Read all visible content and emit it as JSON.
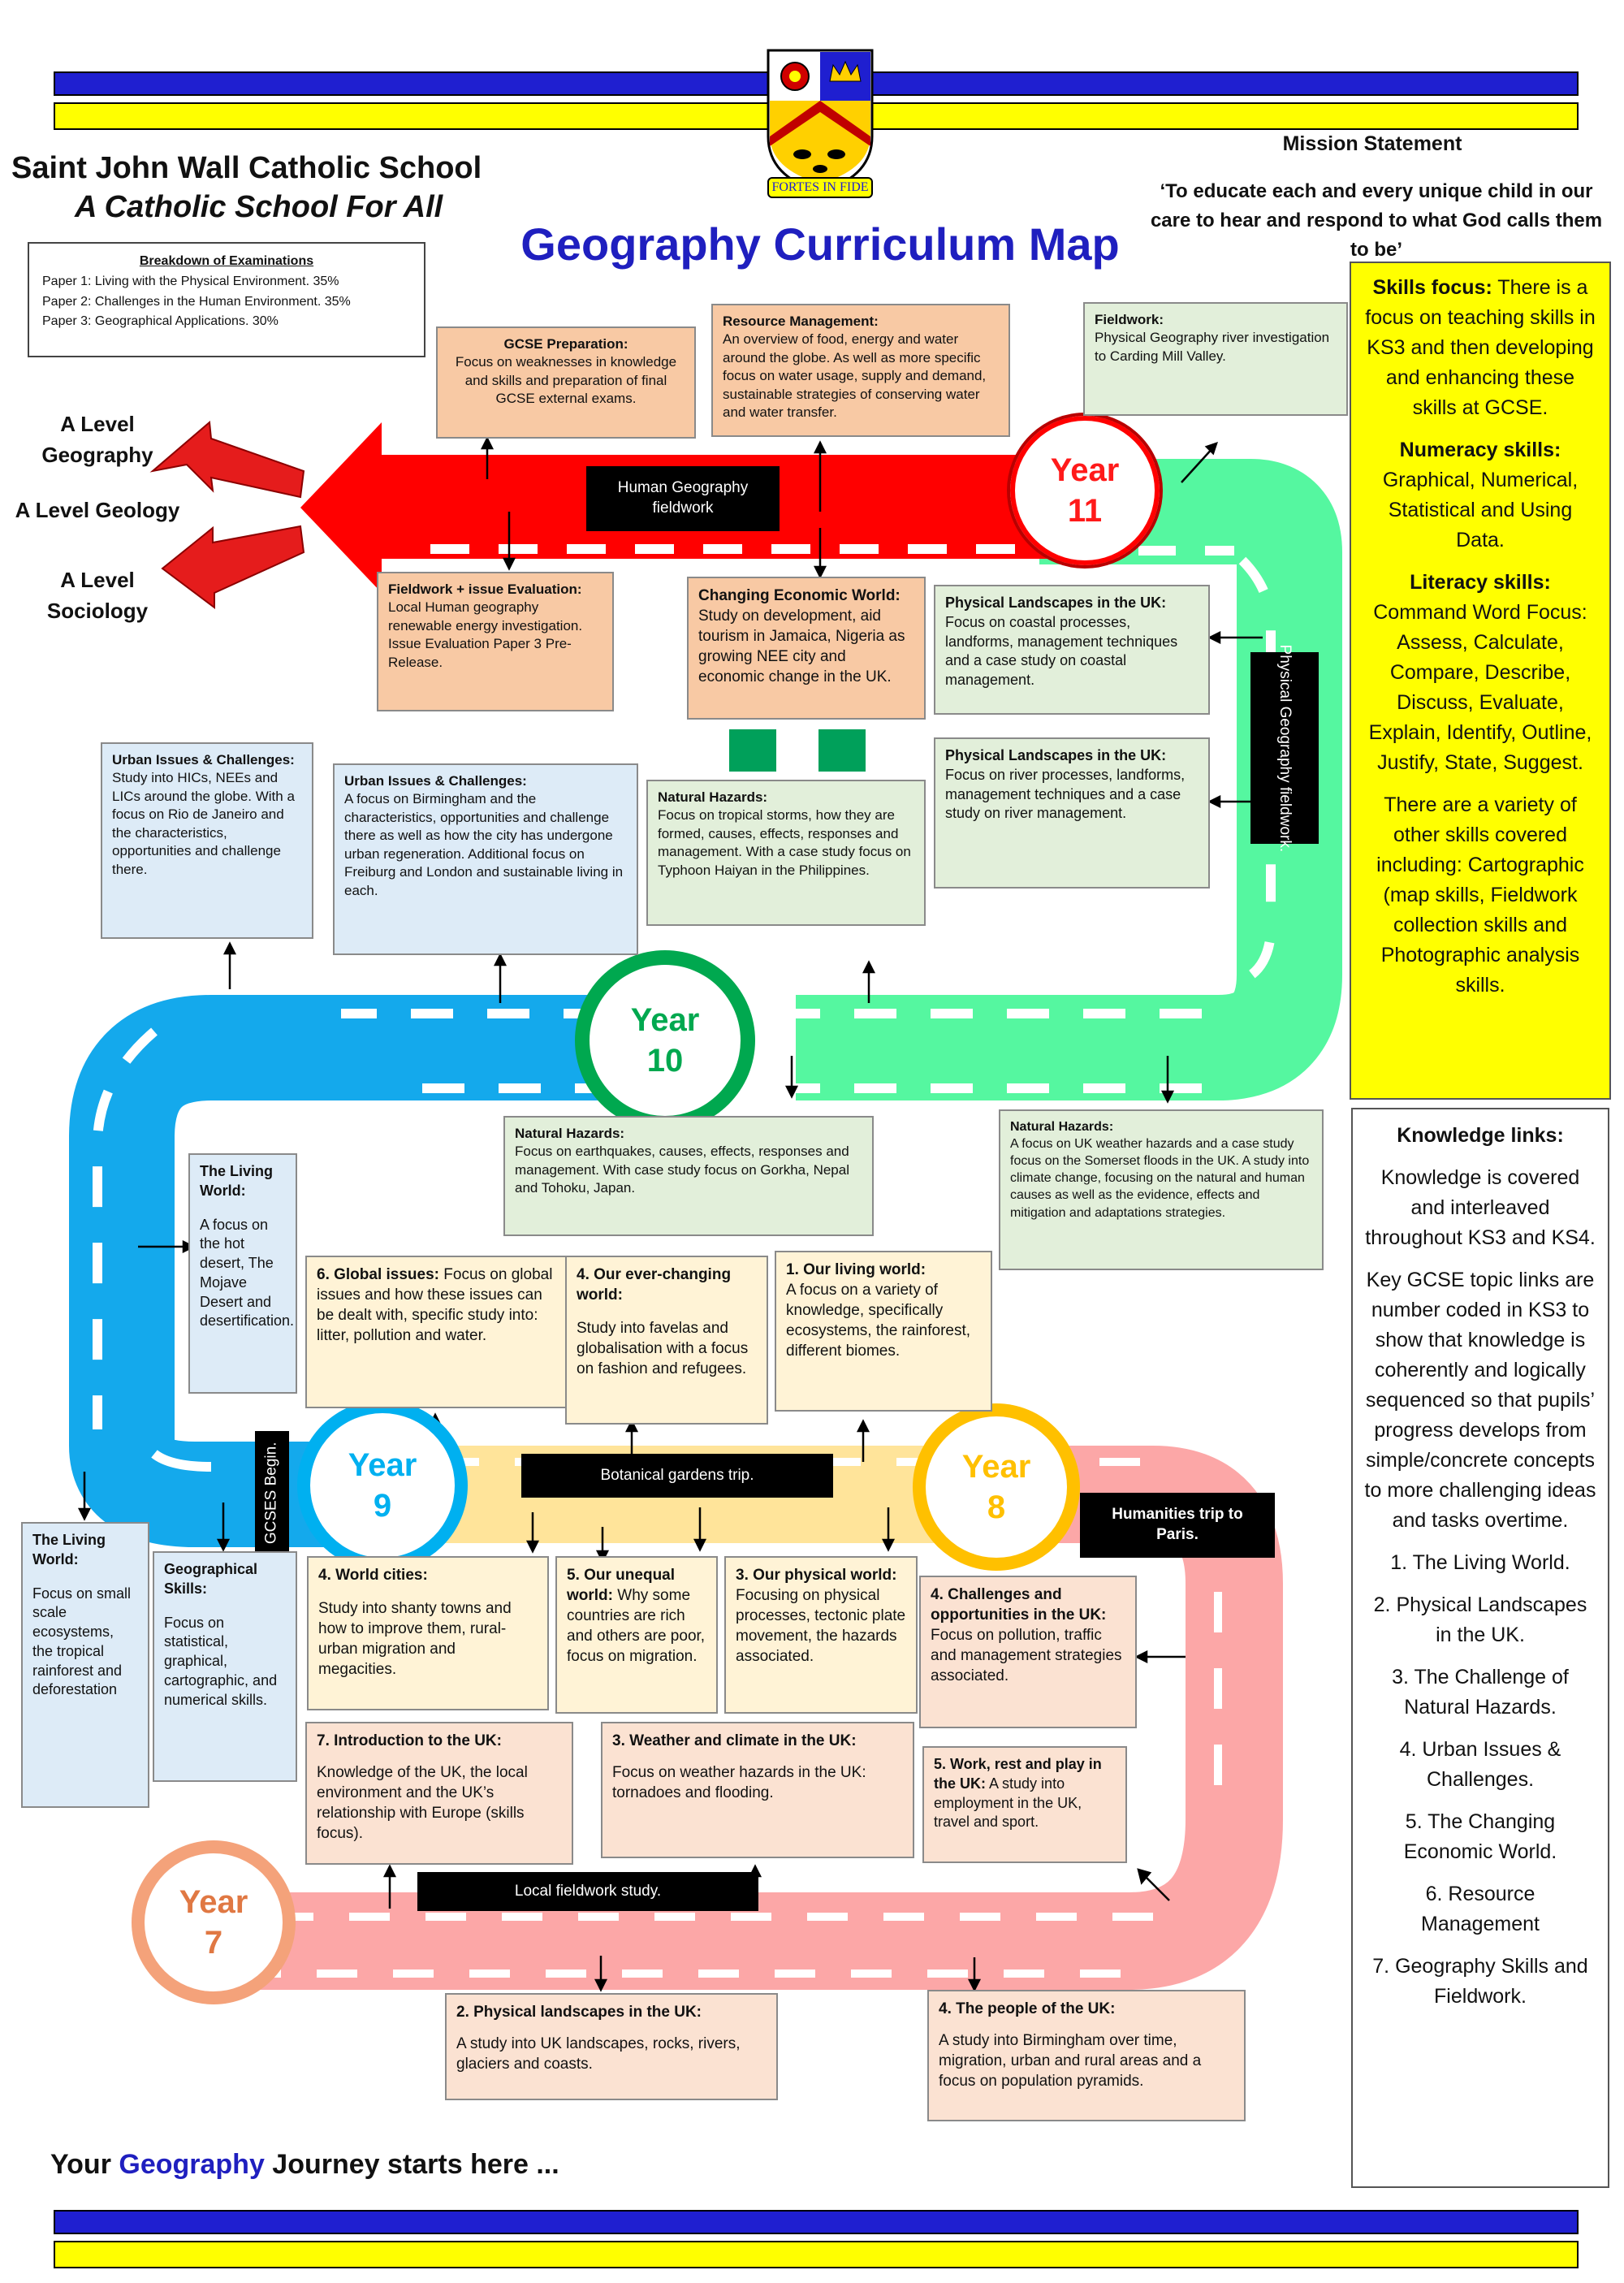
{
  "school": {
    "name": "Saint John Wall Catholic School",
    "tagline": "A Catholic School For All",
    "crest_motto": "FORTES IN FIDE"
  },
  "title": "Geography Curriculum Map",
  "mission": {
    "heading": "Mission Statement",
    "text": "‘To educate each and every unique child in our care to hear and respond to what God calls them to be’"
  },
  "exams": {
    "heading": "Breakdown of Examinations",
    "lines": [
      "Paper 1: Living with the Physical Environment. 35%",
      "Paper 2: Challenges in the Human Environment. 35%",
      "Paper 3: Geographical Applications. 30%"
    ]
  },
  "a_levels": [
    "A Level Geography",
    "A Level Geology",
    "A Level Sociology"
  ],
  "years": [
    "Year 7",
    "Year 8",
    "Year 9",
    "Year 10",
    "Year 11"
  ],
  "road_labels": {
    "human_fieldwork": "Human Geography fieldwork",
    "physical_fieldwork": "Physical Geography fieldwork.",
    "botanical": "Botanical gardens trip.",
    "paris": "Humanities trip to Paris.",
    "gcses": "GCSES Begin.",
    "local": "Local fieldwork study."
  },
  "boxes": {
    "gcse_prep": {
      "title": "GCSE Preparation:",
      "body": "Focus on weaknesses in knowledge and skills and preparation of final GCSE external exams."
    },
    "resource": {
      "title": "Resource Management:",
      "body": "An overview of food, energy and water around the globe. As well as more specific focus on water usage, supply and demand, sustainable strategies of conserving water and water transfer."
    },
    "fieldwork_y11": {
      "title": "Fieldwork:",
      "body": "Physical Geography river investigation to Carding Mill Valley."
    },
    "fieldwork_issue": {
      "title": "Fieldwork + issue Evaluation:",
      "body": "Local Human geography renewable energy investigation. Issue Evaluation Paper 3 Pre-Release."
    },
    "econ_world": {
      "title": "Changing Economic World:",
      "body": "Study on development, aid tourism in Jamaica, Nigeria as growing NEE city and economic change in the UK."
    },
    "coastal": {
      "title": "Physical Landscapes in the UK:",
      "body": "Focus on coastal processes, landforms, management techniques and a case study on coastal management."
    },
    "river": {
      "title": "Physical Landscapes in the UK:",
      "body": "Focus on river processes, landforms, management techniques and a case study on river management."
    },
    "urban_y10a": {
      "title": "Urban Issues & Challenges:",
      "body": "Study into HICs, NEEs and LICs around the globe. With a focus on Rio de Janeiro and the characteristics, opportunities and challenge there."
    },
    "urban_y10b": {
      "title": "Urban Issues & Challenges:",
      "body": "A focus on Birmingham and the characteristics, opportunities and challenge there as well as how the city has undergone urban regeneration. Additional focus on Freiburg and London and sustainable living in each."
    },
    "hazards_storms": {
      "title": "Natural Hazards:",
      "body": "Focus on tropical storms, how they are formed, causes, effects, responses and management. With a case study focus on Typhoon Haiyan in the Philippines."
    },
    "hazards_quakes": {
      "title": "Natural Hazards:",
      "body": "Focus on earthquakes, causes, effects, responses and management. With case study focus on Gorkha, Nepal and Tohoku, Japan."
    },
    "hazards_uk": {
      "title": "Natural Hazards:",
      "body": "A focus on UK weather hazards and a case study focus on the Somerset floods in the UK. A study into climate change, focusing on the natural and human causes as well as the evidence, effects and mitigation and adaptations strategies."
    },
    "living_desert": {
      "title": "The Living World:",
      "body": "A focus on the hot desert, The Mojave Desert and desertification."
    },
    "global_issues": {
      "title": "6. Global issues:",
      "body": "Focus on global issues and how these issues can be dealt with, specific study into: litter, pollution and water."
    },
    "ever_changing": {
      "title": "4. Our ever-changing world:",
      "body": "Study into favelas and globalisation with a focus on fashion and refugees."
    },
    "living_world_y8": {
      "title": "1. Our living world:",
      "body": "A focus on a variety of knowledge, specifically ecosystems, the rainforest, different biomes."
    },
    "living_world_y9": {
      "title": "The Living World:",
      "body": "Focus on small scale ecosystems, the tropical rainforest and deforestation"
    },
    "geog_skills": {
      "title": "Geographical Skills:",
      "body": "Focus on statistical, graphical, cartographic, and numerical skills."
    },
    "world_cities": {
      "title": "4. World cities:",
      "body": "Study into shanty towns and how to improve them, rural-urban migration and megacities."
    },
    "unequal": {
      "title": "5. Our unequal world:",
      "body": "Why some countries are rich and others are poor, focus on migration."
    },
    "physical_world": {
      "title": "3. Our physical world:",
      "body": "Focusing on physical processes, tectonic plate movement, the hazards associated."
    },
    "challenges_uk": {
      "title": "4. Challenges and opportunities in the UK:",
      "body": "Focus on pollution, traffic and management strategies associated."
    },
    "intro_uk": {
      "title": "7. Introduction to the UK:",
      "body": "Knowledge of the UK, the local environment and the UK’s relationship with Europe (skills focus)."
    },
    "weather": {
      "title": "3. Weather and climate in the UK:",
      "body": "Focus on weather hazards in the UK: tornadoes and flooding."
    },
    "work_rest": {
      "title": "5. Work, rest and play in the UK:",
      "body": "A study into employment in the UK, travel and sport."
    },
    "phys_landscapes_y7": {
      "title": "2. Physical landscapes in the UK:",
      "body": "A study into UK landscapes, rocks, rivers, glaciers and coasts."
    },
    "people_uk": {
      "title": "4. The people of the UK:",
      "body": "A study into Birmingham over time, migration, urban and rural areas and a focus on population pyramids."
    }
  },
  "skills": {
    "skills_head": "Skills focus:",
    "skills_body": "There is a focus on teaching skills in KS3 and then developing and enhancing these skills at GCSE.",
    "numeracy_head": "Numeracy skills:",
    "numeracy_body": "Graphical, Numerical, Statistical and Using Data.",
    "literacy_head": "Literacy skills:",
    "literacy_body": "Command Word Focus: Assess, Calculate, Compare, Describe, Discuss, Evaluate, Explain, Identify, Outline, Justify, State, Suggest.",
    "other": "There are a variety of other skills covered including: Cartographic (map skills, Fieldwork collection skills and Photographic analysis skills."
  },
  "knowledge": {
    "heading": "Knowledge links:",
    "p1": "Knowledge is covered and interleaved throughout KS3 and KS4.",
    "p2": "Key GCSE topic links are number coded in KS3 to show that knowledge is coherently and logically sequenced so that pupils’ progress develops from simple/concrete concepts to more challenging ideas and tasks overtime.",
    "topics": [
      "1. The Living World.",
      "2. Physical Landscapes in the UK.",
      "3. The Challenge of Natural Hazards.",
      "4. Urban Issues & Challenges.",
      "5. The Changing Economic World.",
      "6. Resource Management",
      "7. Geography Skills and Fieldwork."
    ]
  },
  "journey": {
    "before": "Your ",
    "highlight": "Geography",
    "after": " Journey starts here ..."
  },
  "colors": {
    "band_blue": "#1f1fd0",
    "band_yellow": "#ffff00",
    "title_blue": "#1f1fbf",
    "year11_red": "#ff0000",
    "year10_green": "#00a84f",
    "year9_blue": "#00b0f0",
    "year8_orange": "#ffc000",
    "year7_salmon": "#f4a27a"
  }
}
